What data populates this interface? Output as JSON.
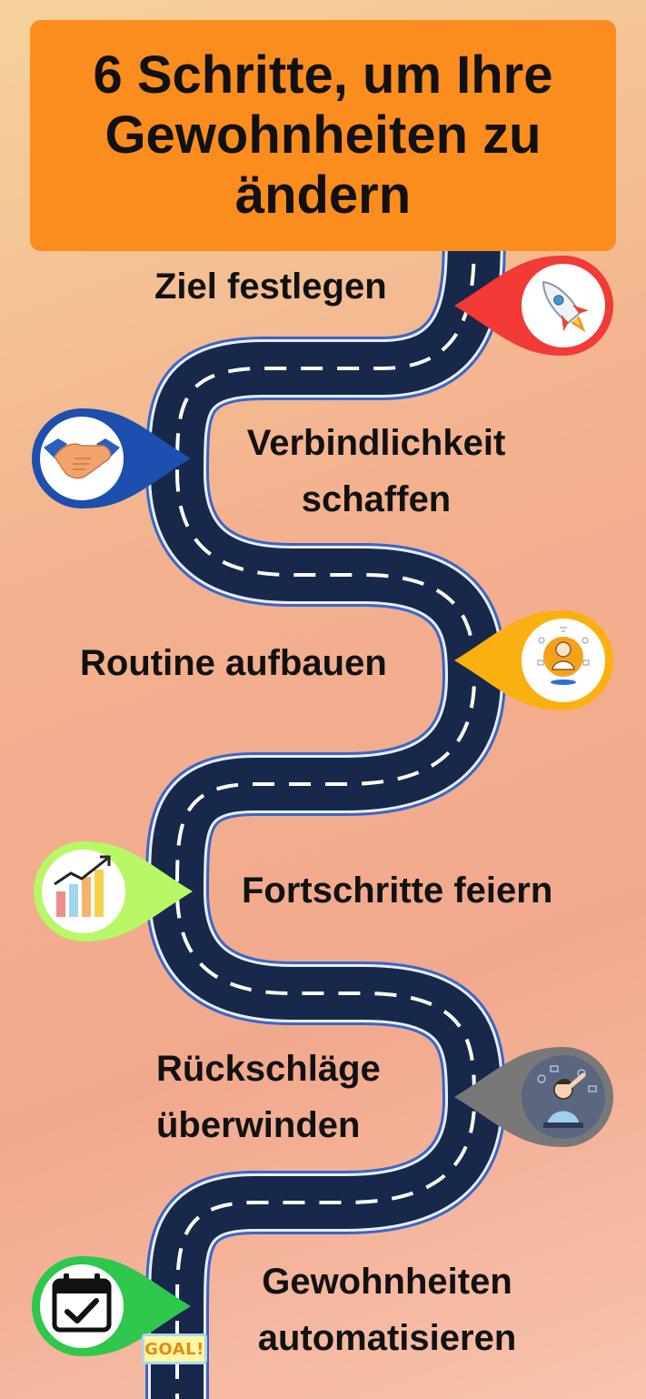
{
  "title": "6 Schritte, um Ihre Gewohnheiten zu ändern",
  "colors": {
    "title_bg": "#fb8c1e",
    "road": "#18284a",
    "road_edge": "#3a66c6",
    "pin_rocket": "#f23a36",
    "pin_handshake": "#1c4fae",
    "pin_routine": "#fbb012",
    "pin_progress": "#b8f766",
    "pin_setbacks": "#787878",
    "pin_automate": "#2fc74c"
  },
  "steps": [
    {
      "lines": [
        "Ziel festlegen"
      ],
      "icon": "rocket-icon"
    },
    {
      "lines": [
        "Verbindlichkeit",
        "schaffen"
      ],
      "icon": "handshake-icon"
    },
    {
      "lines": [
        "Routine aufbauen"
      ],
      "icon": "meditation-icon"
    },
    {
      "lines": [
        "Fortschritte feiern"
      ],
      "icon": "bar-chart-growth-icon"
    },
    {
      "lines": [
        "Rückschläge",
        "überwinden"
      ],
      "icon": "stressed-person-icon"
    },
    {
      "lines": [
        "Gewohnheiten",
        "automatisieren"
      ],
      "icon": "calendar-check-icon"
    }
  ],
  "goal_sign": "GOAL!"
}
